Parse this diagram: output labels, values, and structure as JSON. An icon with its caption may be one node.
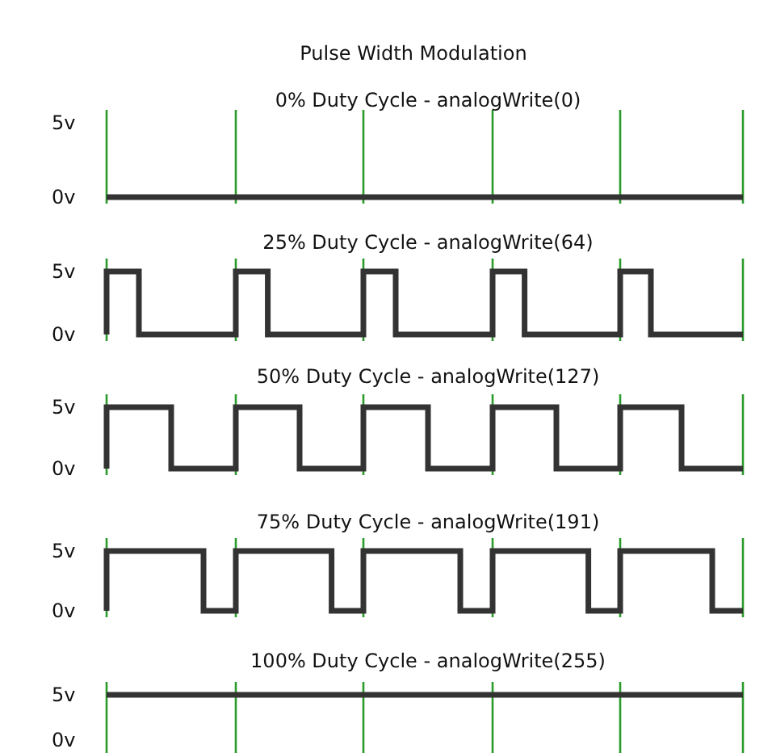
{
  "diagram": {
    "title": "Pulse Width Modulation",
    "labels": [
      "0% Duty Cycle - analogWrite(0)",
      "5v",
      "0v",
      "25% Duty Cycle - analogWrite(64)",
      "5v",
      "0v",
      "50% Duty Cycle - analogWrite(127)",
      "5v",
      "0v",
      "75% Duty Cycle - analogWrite(191)",
      "5v",
      "0v",
      "100% Duty Cycle - analogWrite(255)",
      "5v",
      "0v"
    ]
  }
}
